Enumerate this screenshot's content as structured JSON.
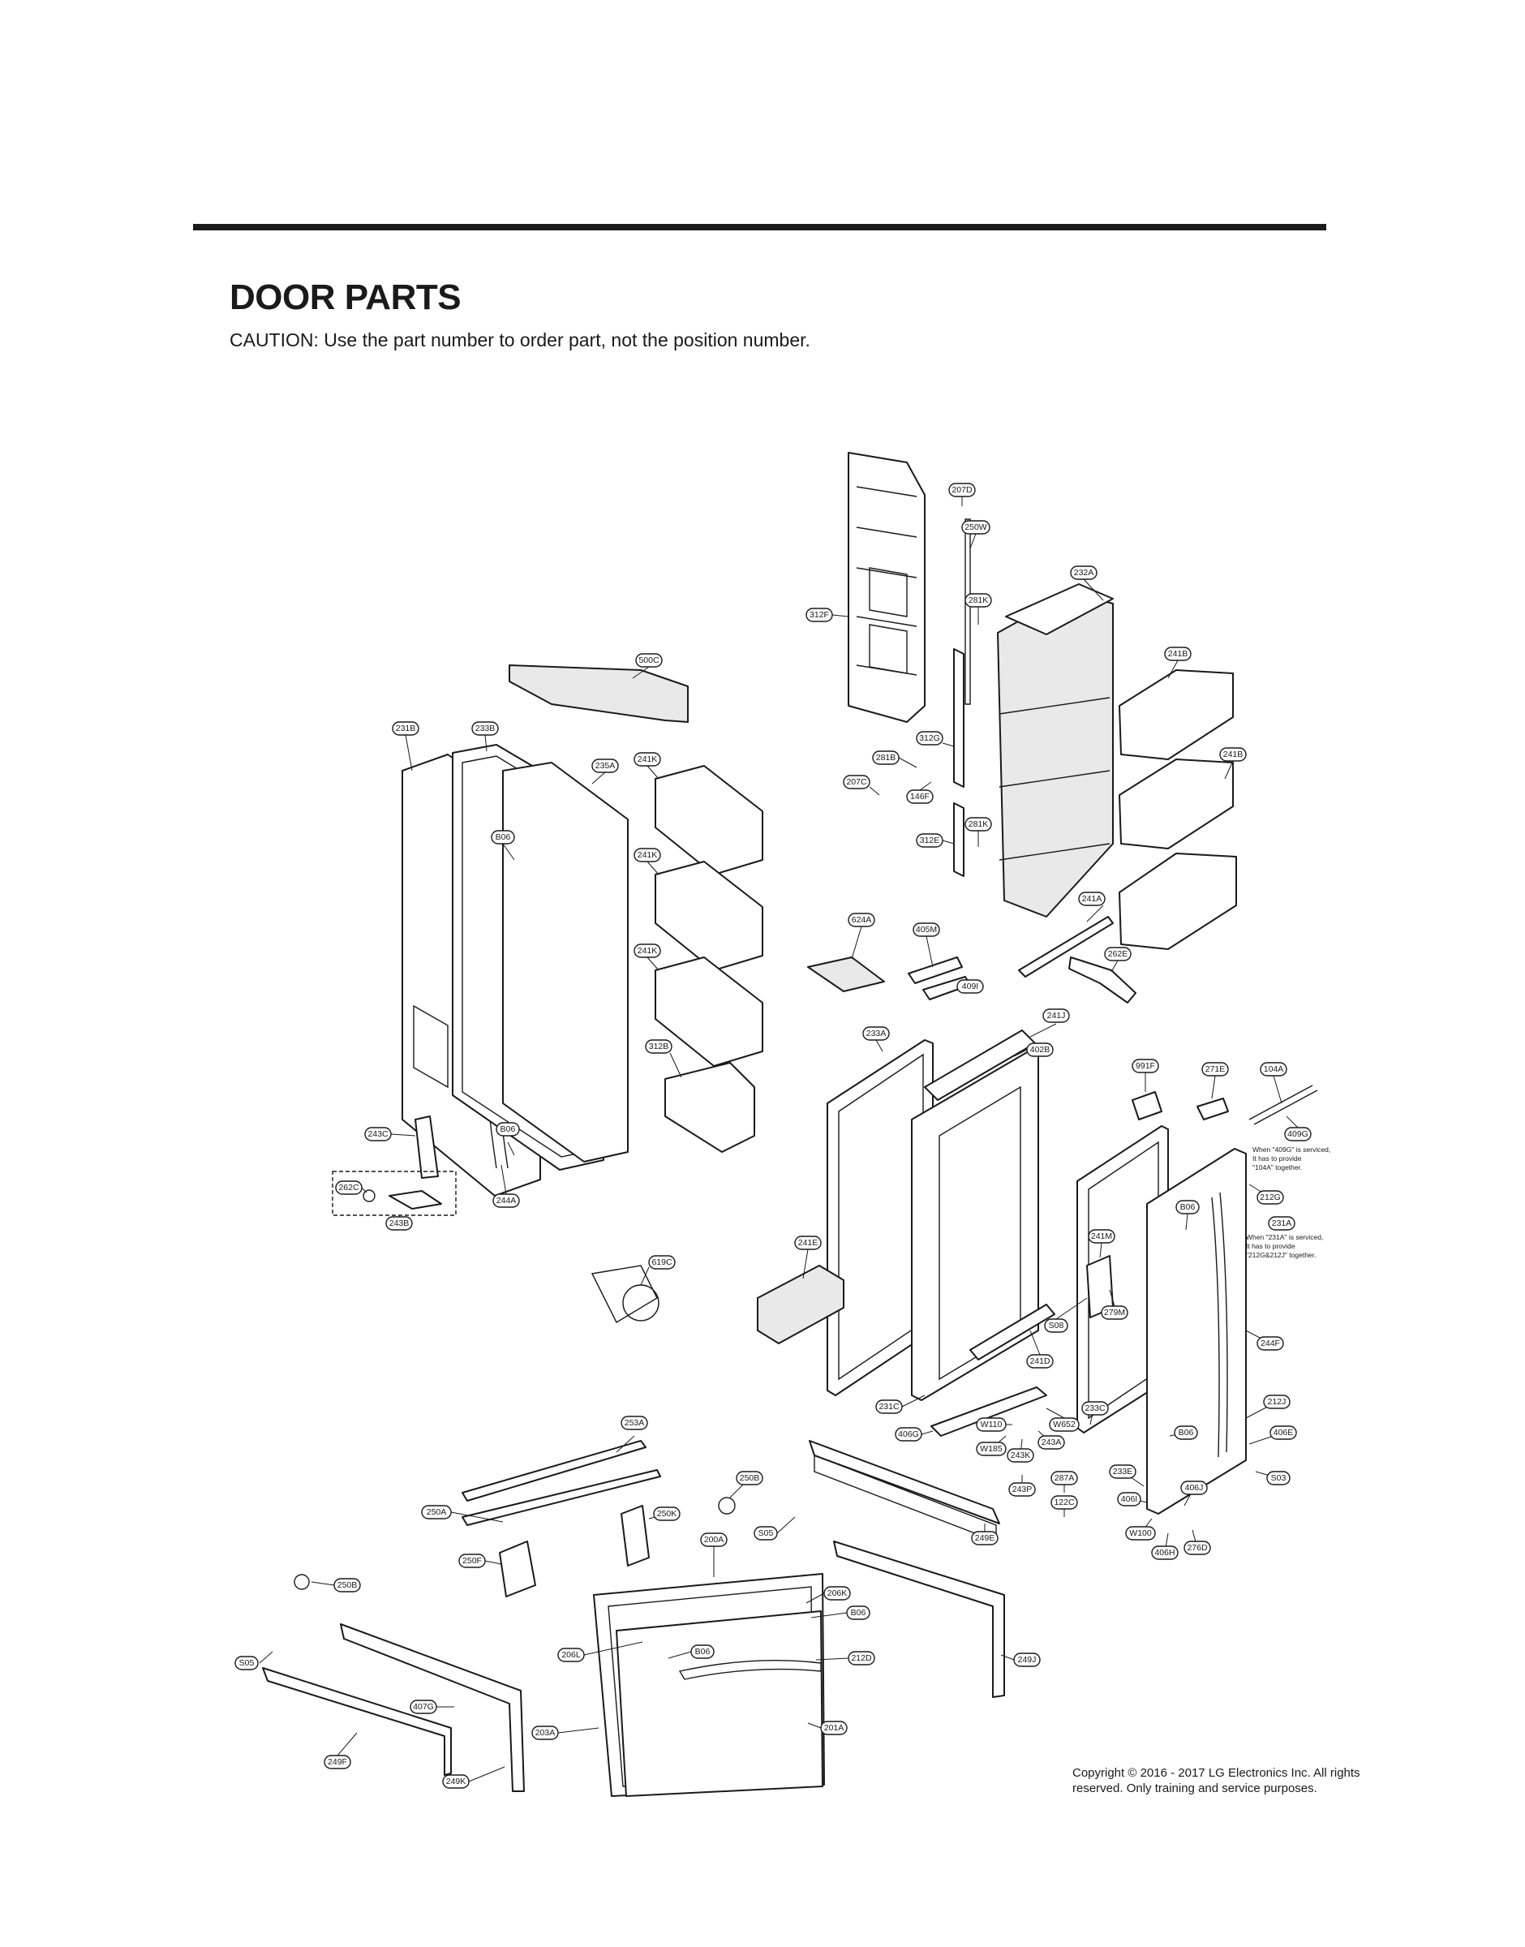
{
  "header": {
    "title": "DOOR PARTS",
    "caution": "CAUTION: Use the part number to order part, not the position number."
  },
  "callouts": [
    {
      "id": "207D"
    },
    {
      "id": "250W"
    },
    {
      "id": "232A"
    },
    {
      "id": "281K"
    },
    {
      "id": "312F"
    },
    {
      "id": "241B"
    },
    {
      "id": "500C"
    },
    {
      "id": "231B"
    },
    {
      "id": "233B"
    },
    {
      "id": "312G"
    },
    {
      "id": "241K"
    },
    {
      "id": "235A"
    },
    {
      "id": "281B"
    },
    {
      "id": "207C"
    },
    {
      "id": "146F"
    },
    {
      "id": "B06"
    },
    {
      "id": "312E"
    },
    {
      "id": "241A"
    },
    {
      "id": "624A"
    },
    {
      "id": "405M"
    },
    {
      "id": "262E"
    },
    {
      "id": "409I"
    },
    {
      "id": "241J"
    },
    {
      "id": "233A"
    },
    {
      "id": "402B"
    },
    {
      "id": "312B"
    },
    {
      "id": "991F"
    },
    {
      "id": "271E"
    },
    {
      "id": "104A"
    },
    {
      "id": "243C"
    },
    {
      "id": "409G"
    },
    {
      "id": "262C"
    },
    {
      "id": "212G"
    },
    {
      "id": "244A"
    },
    {
      "id": "243B"
    },
    {
      "id": "231A"
    },
    {
      "id": "241M"
    },
    {
      "id": "241E"
    },
    {
      "id": "619C"
    },
    {
      "id": "S08"
    },
    {
      "id": "279M"
    },
    {
      "id": "244F"
    },
    {
      "id": "241D"
    },
    {
      "id": "231C"
    },
    {
      "id": "233C"
    },
    {
      "id": "212J"
    },
    {
      "id": "W652"
    },
    {
      "id": "406G"
    },
    {
      "id": "W110"
    },
    {
      "id": "253A"
    },
    {
      "id": "243A"
    },
    {
      "id": "406E"
    },
    {
      "id": "W185"
    },
    {
      "id": "243K"
    },
    {
      "id": "287A"
    },
    {
      "id": "233E"
    },
    {
      "id": "S03"
    },
    {
      "id": "250B"
    },
    {
      "id": "243P"
    },
    {
      "id": "122C"
    },
    {
      "id": "406J"
    },
    {
      "id": "250A"
    },
    {
      "id": "250K"
    },
    {
      "id": "406I"
    },
    {
      "id": "S05"
    },
    {
      "id": "249E"
    },
    {
      "id": "W100"
    },
    {
      "id": "276D"
    },
    {
      "id": "406H"
    },
    {
      "id": "200A"
    },
    {
      "id": "250F"
    },
    {
      "id": "206K"
    },
    {
      "id": "212D"
    },
    {
      "id": "206L"
    },
    {
      "id": "249J"
    },
    {
      "id": "407G"
    },
    {
      "id": "203A"
    },
    {
      "id": "201A"
    },
    {
      "id": "249F"
    },
    {
      "id": "249K"
    }
  ],
  "notes": [
    {
      "lines": [
        "When \"409G\" is serviced,",
        "It has to provide",
        "\"104A\" together."
      ]
    },
    {
      "lines": [
        "When \"231A\" is serviced,",
        "It has to provide",
        "\"212G&212J\" together."
      ]
    }
  ],
  "footer": {
    "copyright_line1": "Copyright © 2016 - 2017 LG Electronics Inc. All rights",
    "copyright_line2": "reserved. Only training and service purposes."
  }
}
